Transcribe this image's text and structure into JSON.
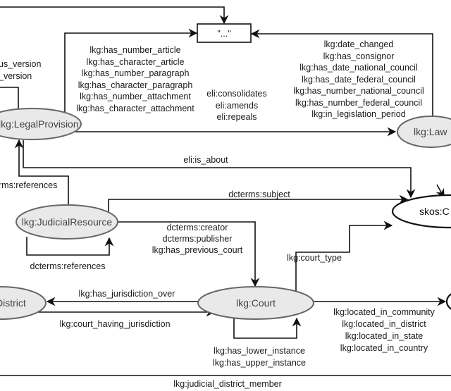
{
  "colors": {
    "node_fill": "#e9e9e9",
    "node_stroke": "#666666",
    "edge": "#111111"
  },
  "nodes": {
    "literal": "\"...\"",
    "legal_provision": "lkg:LegalProvision",
    "law": "lkg:Law",
    "judicial_resource": "lkg:JudicialResource",
    "skos": "skos:C",
    "court": "lkg:Court",
    "district": "District"
  },
  "edges": {
    "version_labels": [
      "us_version",
      "_version"
    ],
    "provision_literals": [
      "lkg:has_number_article",
      "lkg:has_character_article",
      "lkg:has_number_paragraph",
      "lkg:has_character_paragraph",
      "lkg:has_number_attachment",
      "lkg:has_character_attachment"
    ],
    "law_relations": [
      "eli:consolidates",
      "eli:amends",
      "eli:repeals"
    ],
    "law_literals": [
      "lkg:date_changed",
      "lkg:has_consignor",
      "lkg:has_date_national_council",
      "lkg:has_date_federal_council",
      "lkg:has_number_national_council",
      "lkg:has_number_federal_council",
      "lkg:in_legislation_period"
    ],
    "is_about": "eli:is_about",
    "references_upper": "rms:references",
    "subject": "dcterms:subject",
    "court_relations": [
      "dcterms:creator",
      "dcterms:publisher",
      "lkg:has_previous_court"
    ],
    "references_self": "dcterms:references",
    "court_type": "lkg:court_type",
    "has_jurisdiction_over": "lkg:has_jurisdiction_over",
    "court_having_jurisdiction": "lkg:court_having_jurisdiction",
    "instances": [
      "lkg:has_lower_instance",
      "lkg:has_upper_instance"
    ],
    "located": [
      "lkg:located_in_community",
      "lkg:located_in_district",
      "lkg:located_in_state",
      "lkg:located_in_country"
    ],
    "judicial_district_member": "lkg:judicial_district_member"
  }
}
